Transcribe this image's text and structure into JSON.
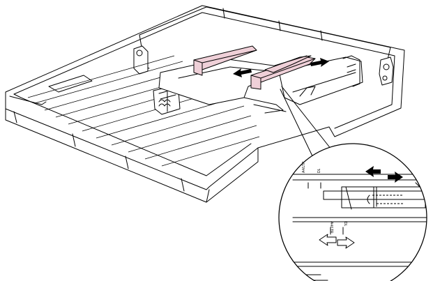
{
  "figure": {
    "detail_labels": {
      "upper_left": "A4/LTR",
      "upper_right": "DL",
      "lower_left": "A4/LTR",
      "lower_right": "DL"
    },
    "arrow_fill_color": "#000000",
    "guide_color": "#efd0d8",
    "icons": [
      "left-arrow-icon",
      "right-arrow-icon",
      "outline-left-arrow-icon",
      "outline-right-arrow-icon"
    ]
  }
}
